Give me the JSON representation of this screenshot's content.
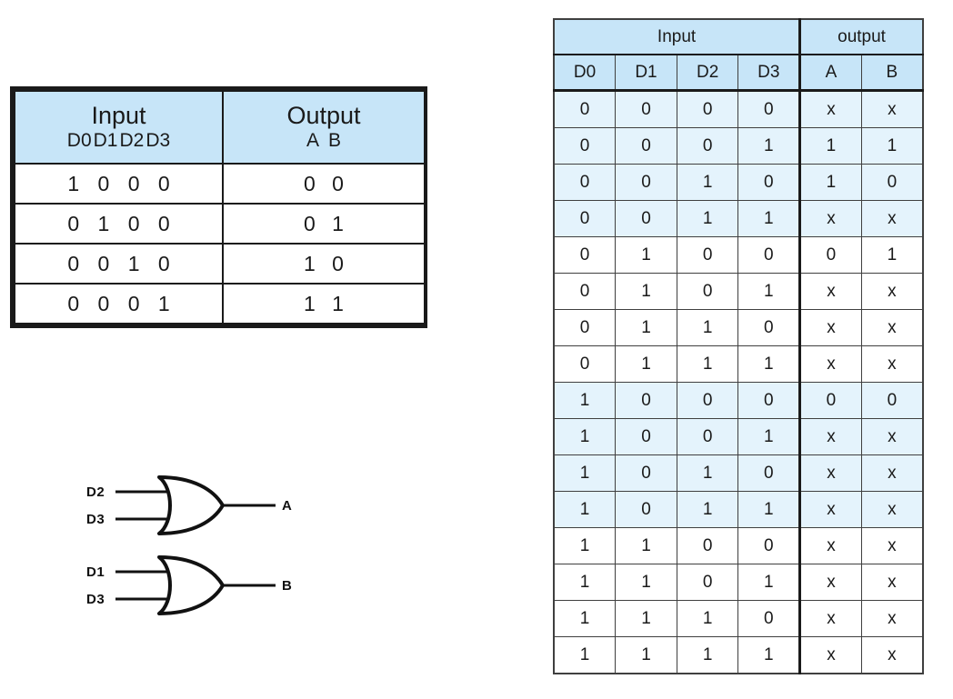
{
  "summary_table": {
    "name": "priority-encoder-summary",
    "headers": {
      "input_title": "Input",
      "input_sub": [
        "D0",
        "D1",
        "D2",
        "D3"
      ],
      "output_title": "Output",
      "output_sub": [
        "A",
        "B"
      ]
    },
    "rows": [
      {
        "input": "1 0 0 0",
        "output": "0 0"
      },
      {
        "input": "0 1 0 0",
        "output": "0 1"
      },
      {
        "input": "0 0 1 0",
        "output": "1 0"
      },
      {
        "input": "0 0 0 1",
        "output": "1 1"
      }
    ],
    "colors": {
      "header_bg": "#c7e5f8",
      "border": "#1a1a1a",
      "cell_bg": "#ffffff"
    }
  },
  "truth_table": {
    "name": "full-truth-table",
    "group_headers": {
      "input": "Input",
      "output": "output"
    },
    "columns": [
      "D0",
      "D1",
      "D2",
      "D3",
      "A",
      "B"
    ],
    "rows": [
      {
        "cells": [
          "0",
          "0",
          "0",
          "0",
          "x",
          "x"
        ],
        "shaded": true
      },
      {
        "cells": [
          "0",
          "0",
          "0",
          "1",
          "1",
          "1"
        ],
        "shaded": true
      },
      {
        "cells": [
          "0",
          "0",
          "1",
          "0",
          "1",
          "0"
        ],
        "shaded": true
      },
      {
        "cells": [
          "0",
          "0",
          "1",
          "1",
          "x",
          "x"
        ],
        "shaded": true
      },
      {
        "cells": [
          "0",
          "1",
          "0",
          "0",
          "0",
          "1"
        ],
        "shaded": false
      },
      {
        "cells": [
          "0",
          "1",
          "0",
          "1",
          "x",
          "x"
        ],
        "shaded": false
      },
      {
        "cells": [
          "0",
          "1",
          "1",
          "0",
          "x",
          "x"
        ],
        "shaded": false
      },
      {
        "cells": [
          "0",
          "1",
          "1",
          "1",
          "x",
          "x"
        ],
        "shaded": false
      },
      {
        "cells": [
          "1",
          "0",
          "0",
          "0",
          "0",
          "0"
        ],
        "shaded": true
      },
      {
        "cells": [
          "1",
          "0",
          "0",
          "1",
          "x",
          "x"
        ],
        "shaded": true
      },
      {
        "cells": [
          "1",
          "0",
          "1",
          "0",
          "x",
          "x"
        ],
        "shaded": true
      },
      {
        "cells": [
          "1",
          "0",
          "1",
          "1",
          "x",
          "x"
        ],
        "shaded": true
      },
      {
        "cells": [
          "1",
          "1",
          "0",
          "0",
          "x",
          "x"
        ],
        "shaded": false
      },
      {
        "cells": [
          "1",
          "1",
          "0",
          "1",
          "x",
          "x"
        ],
        "shaded": false
      },
      {
        "cells": [
          "1",
          "1",
          "1",
          "0",
          "x",
          "x"
        ],
        "shaded": false
      },
      {
        "cells": [
          "1",
          "1",
          "1",
          "1",
          "x",
          "x"
        ],
        "shaded": false
      }
    ],
    "colors": {
      "header_bg": "#c7e5f8",
      "shade_bg": "#e4f3fc",
      "plain_bg": "#ffffff",
      "grid": "#3f3f3f",
      "separator": "#1a1a1a"
    }
  },
  "circuit": {
    "name": "or-gate-logic-diagram",
    "gates": [
      {
        "type": "OR",
        "inputs": [
          "D2",
          "D3"
        ],
        "output": "A"
      },
      {
        "type": "OR",
        "inputs": [
          "D1",
          "D3"
        ],
        "output": "B"
      }
    ],
    "colors": {
      "wire": "#111111",
      "label": "#111111"
    }
  }
}
